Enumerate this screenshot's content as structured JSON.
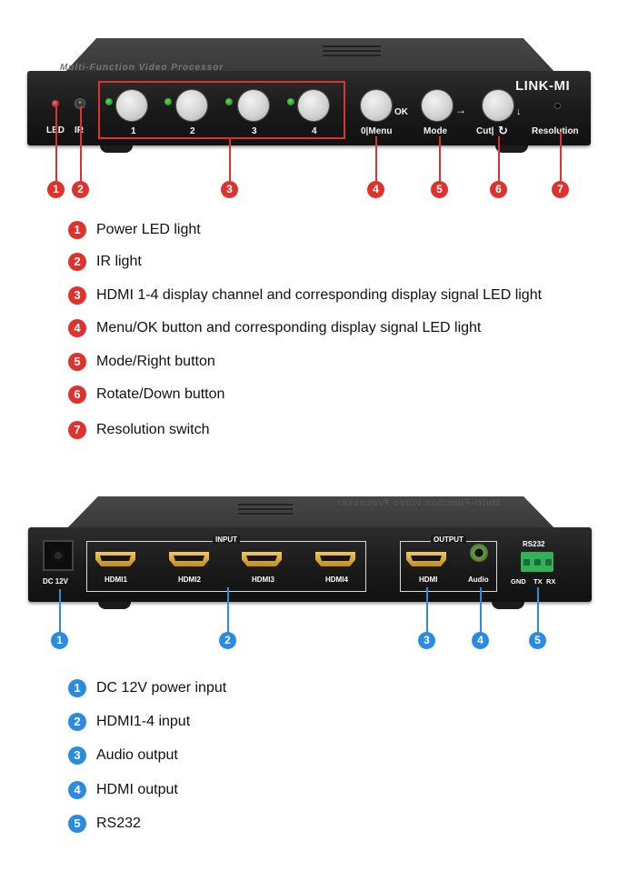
{
  "front": {
    "panel_title": "Multi-Function Video Processor",
    "brand": "LINK-MI",
    "labels": {
      "led": "LED",
      "ir": "IR",
      "ir_mark": "×",
      "ch1": "1",
      "ch2": "2",
      "ch3": "3",
      "ch4": "4",
      "ok": "OK",
      "menu": "0|Menu",
      "mode": "Mode",
      "mode_arrow": "→",
      "cut": "Cut|",
      "cut_symbol": "↻",
      "cut_arrow": "↓",
      "resolution": "Resolution"
    },
    "callouts": [
      "1",
      "2",
      "3",
      "4",
      "5",
      "6",
      "7"
    ]
  },
  "front_legend": [
    {
      "num": "1",
      "text": "Power LED light"
    },
    {
      "num": "2",
      "text": "IR light"
    },
    {
      "num": "3",
      "text": "HDMI 1-4 display channel and corresponding display signal LED light"
    },
    {
      "num": "4",
      "text": "Menu/OK button and corresponding display signal LED light"
    },
    {
      "num": "5",
      "text": "Mode/Right button"
    },
    {
      "num": "6",
      "text": "Rotate/Down button"
    },
    {
      "num": "7",
      "text": "Resolution switch"
    }
  ],
  "rear": {
    "panel_title": "Multi-Function Video Processor",
    "labels": {
      "dc": "DC 12V",
      "input_group": "INPUT",
      "hdmi1": "HDMI1",
      "hdmi2": "HDMI2",
      "hdmi3": "HDMI3",
      "hdmi4": "HDMI4",
      "output_group": "OUTPUT",
      "hdmi_out": "HDMI",
      "audio": "Audio",
      "rs232": "RS232",
      "gnd": "GND",
      "tx": "TX",
      "rx": "RX"
    },
    "callouts": [
      "1",
      "2",
      "3",
      "4",
      "5"
    ]
  },
  "rear_legend": [
    {
      "num": "1",
      "text": "DC 12V power input"
    },
    {
      "num": "2",
      "text": "HDMI1-4 input"
    },
    {
      "num": "3",
      "text": "Audio output"
    },
    {
      "num": "4",
      "text": "HDMI output"
    },
    {
      "num": "5",
      "text": "RS232"
    }
  ],
  "colors": {
    "front_callout": "#e0322d",
    "rear_callout": "#2a8ce0",
    "device_body": "#1f1f1f",
    "port_gold": "#d9a53a",
    "terminal_green": "#35b05a"
  }
}
